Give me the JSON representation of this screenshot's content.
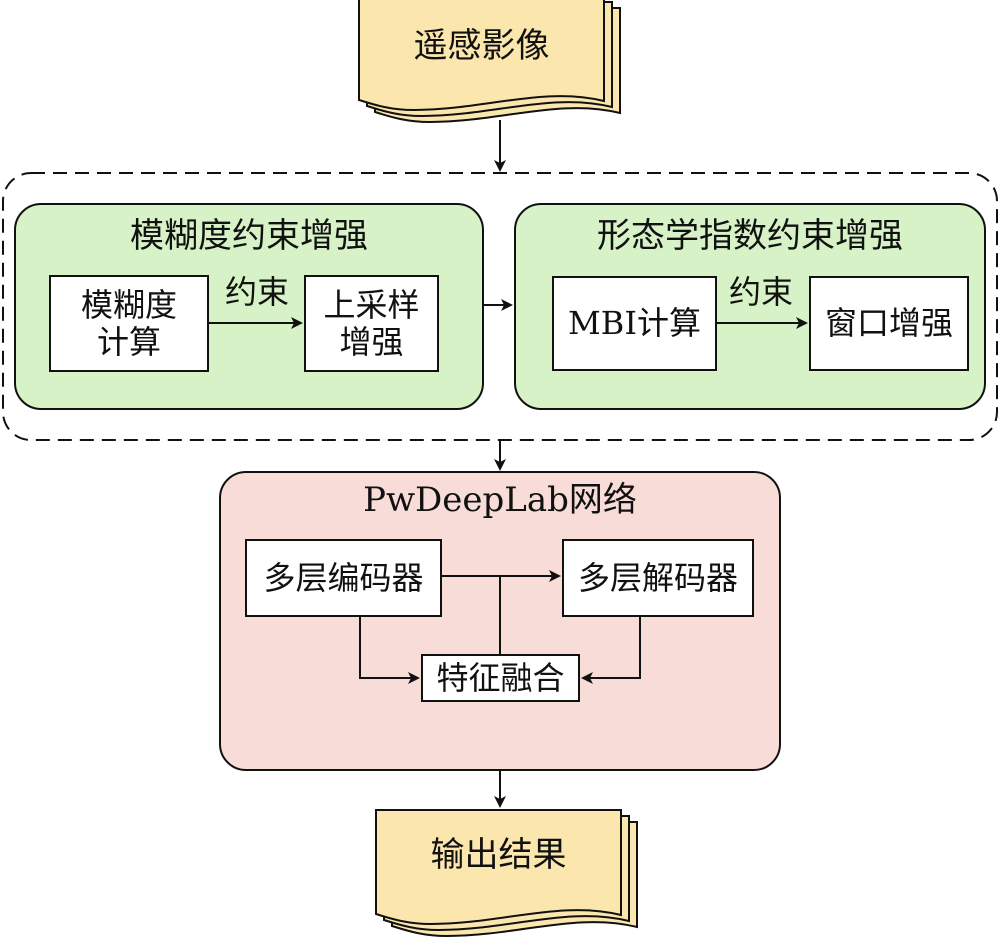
{
  "input": {
    "label": "遥感影像"
  },
  "enhancement": {
    "blur": {
      "title": "模糊度约束增强",
      "calc": "模糊度\n计算",
      "edge": "约束",
      "upsample": "上采样\n增强"
    },
    "morph": {
      "title": "形态学指数约束增强",
      "calc": "MBI计算",
      "edge": "约束",
      "window": "窗口增强"
    }
  },
  "network": {
    "title": "PwDeepLab网络",
    "encoder": "多层编码器",
    "decoder": "多层解码器",
    "fusion": "特征融合"
  },
  "output": {
    "label": "输出结果"
  },
  "colors": {
    "document_fill": "#fbe7ae",
    "green_fill": "#d6f2c6",
    "network_fill": "#f8dcd8",
    "box_fill": "#ffffff",
    "stroke": "#111111"
  }
}
